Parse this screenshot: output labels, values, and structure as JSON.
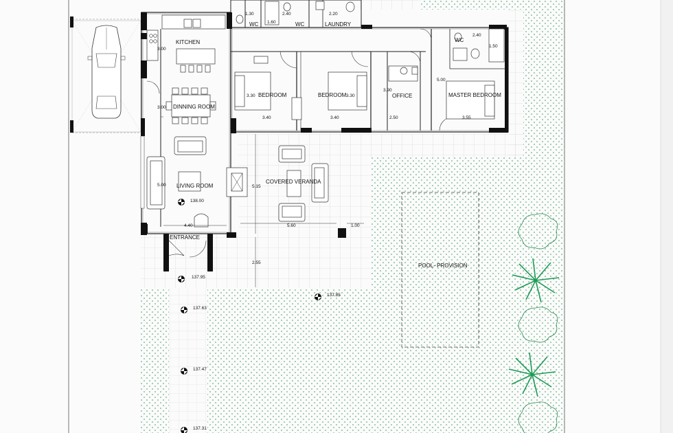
{
  "colors": {
    "background": "#fbfbfb",
    "wall": "#111111",
    "tile_grid": "#cfcfcf",
    "garden_dots": "#3a9a5a",
    "palm": "#1f9a55"
  },
  "rooms": {
    "kitchen": "KITCHEN",
    "dining": "DINNING ROOM",
    "living": "LIVING ROOM",
    "entrance": "ENTRANCE",
    "veranda": "COVERED VERANDA",
    "bedroom1": "BEDROOM",
    "bedroom2": "BEDROOM",
    "office": "OFFICE",
    "master": "MASTER BEDROOM",
    "wc1": "WC",
    "wc2": "WC",
    "wc3": "WC",
    "laundry": "LAUNDRY",
    "pool": "POOL- PROVISION"
  },
  "dimensions": {
    "d130": "1.30",
    "d240a": "2.40",
    "d220": "2.20",
    "d160": "1.60",
    "d300a": "3.00",
    "d300b": "3.00",
    "d330a": "3.30",
    "d330b": "3.30",
    "d340a": "3.40",
    "d340b": "3.40",
    "d390": "3.90",
    "d250": "2.50",
    "d500a": "5.00",
    "d355": "3.55",
    "d240b": "2.40",
    "d150": "1.50",
    "d500b": "5.00",
    "d515": "5.15",
    "d440": "4.40",
    "d560": "5.60",
    "d100": "1.00",
    "d255": "2.55"
  },
  "levels": {
    "l1": "138.00",
    "l2": "137.95",
    "l3": "137.85",
    "l4": "137.63",
    "l5": "137.47",
    "l6": "137.31"
  }
}
